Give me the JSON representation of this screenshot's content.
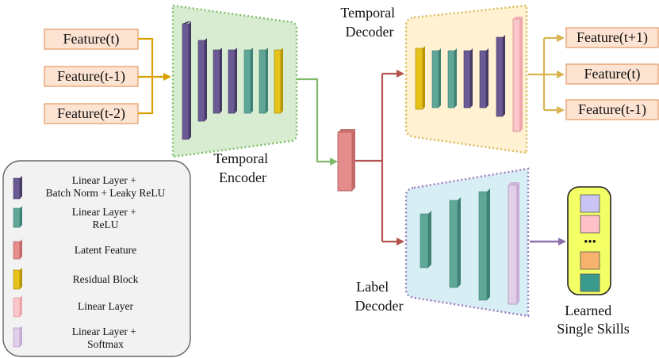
{
  "inputs": [
    "Feature(t)",
    "Feature(t-1)",
    "Feature(t-2)"
  ],
  "outputs": [
    "Feature(t+1)",
    "Feature(t)",
    "Feature(t-1)"
  ],
  "labels": {
    "temporal_encoder": [
      "Temporal",
      "Encoder"
    ],
    "temporal_decoder": [
      "Temporal",
      "Decoder"
    ],
    "label_decoder": [
      "Label",
      "Decoder"
    ],
    "learned_skills": [
      "Learned",
      "Single Skills"
    ],
    "skills_ellipsis": "•••"
  },
  "legend": [
    {
      "lines": [
        "Linear Layer +",
        "Batch Norm + Leaky ReLU"
      ],
      "color": "#6b5b95"
    },
    {
      "lines": [
        "Linear Layer +",
        "ReLU"
      ],
      "color": "#5fa898"
    },
    {
      "lines": [
        "Latent Feature"
      ],
      "color": "#e58c8c"
    },
    {
      "lines": [
        "Residual Block"
      ],
      "color": "#e6c21a"
    },
    {
      "lines": [
        "Linear Layer"
      ],
      "color": "#f9c6c9"
    },
    {
      "lines": [
        "Linear Layer +",
        "Softmax"
      ],
      "color": "#e1cfe8"
    }
  ],
  "colors": {
    "input_box": "#fde3d2",
    "input_border": "#e69860",
    "input_arrow": "#d9a000",
    "output_arrow": "#d9b44f",
    "encoder_fill": "#d7ecd0",
    "encoder_border": "#7fbf6a",
    "encoder_arrow": "#7fba6a",
    "decoder_fill": "#fff1d2",
    "decoder_border": "#dcb85a",
    "label_fill": "#d8eef5",
    "label_border": "#9b7fbf",
    "latent_arrow": "#b5524e",
    "skill_arrow": "#8d6fae",
    "skills_fill": "#f4ff66",
    "purple": "#6b5b95",
    "teal": "#5fa898",
    "latent": "#e58c8c",
    "residual": "#e6c21a",
    "linear": "#f9c6c9",
    "softmax": "#e1cfe8",
    "skill_colors": [
      "#c9c4f4",
      "#ffc0c8",
      "#f7b26e",
      "#3a9a8e"
    ]
  }
}
